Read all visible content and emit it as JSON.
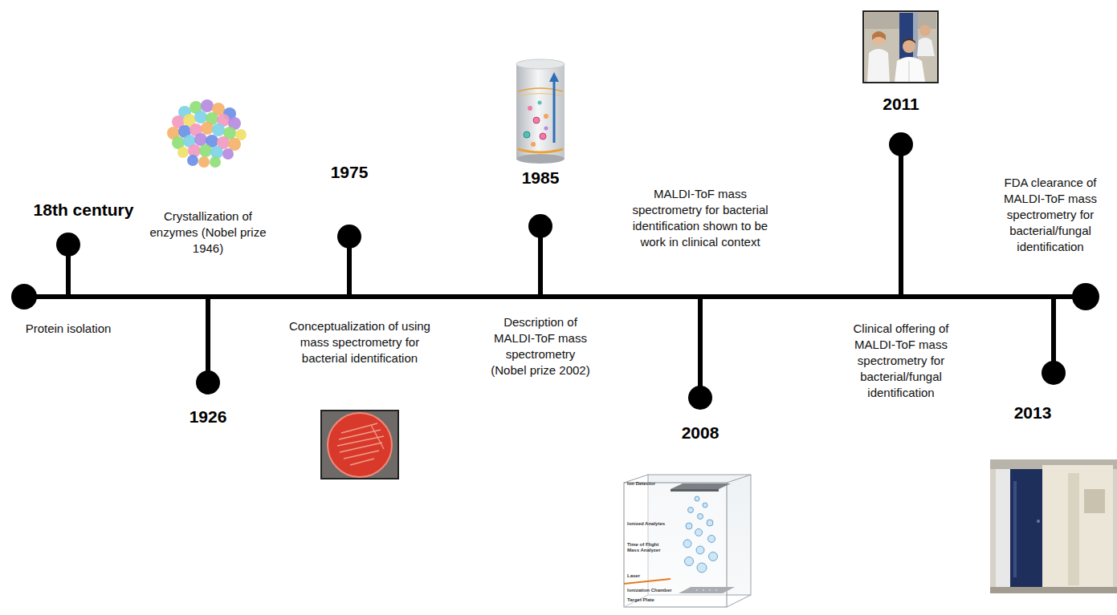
{
  "diagram": {
    "nodes": [
      {
        "text": [
          "18th century",
          "Protein isolation"
        ]
      },
      {
        "text": [
          "1926",
          "Crystallization of enzymes (Nobel prize 1946)"
        ]
      },
      {
        "text": [
          "1975",
          "Conceptualization of using mass spectrometry for bacterial identification"
        ]
      },
      {
        "text": [
          "1985",
          "Description of MALDI-ToF mass spectrometry (Nobel prize 2002)"
        ]
      },
      {
        "text": [
          "2008",
          "MALDI-ToF mass spectrometry for bacterial identification shown to be work in clinical context"
        ]
      },
      {
        "text": [
          "2011",
          "Clinical offering of MALDI-ToF mass spectrometry for bacterial/fungal identification"
        ]
      },
      {
        "text": [
          "2013",
          "FDA clearance of MALDI-ToF mass spectrometry for bacterial/fungal identification"
        ]
      }
    ],
    "labels": [
      "Ion Detector",
      "Ionized Analytes",
      "Time of Flight Mass Analyzer",
      "Laser",
      "Ionization Chamber",
      "Target Plate"
    ]
  }
}
